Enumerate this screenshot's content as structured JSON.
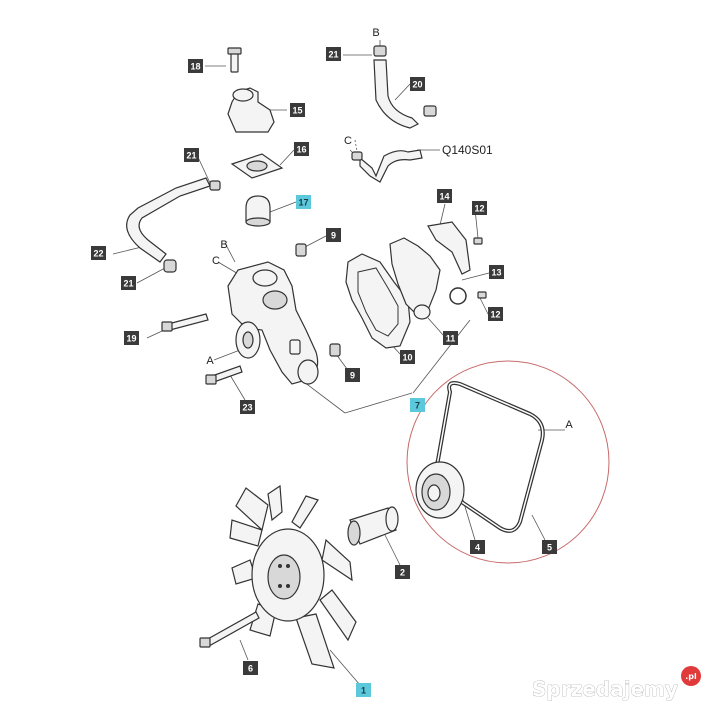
{
  "callouts": [
    {
      "id": "c18",
      "label": "18",
      "style": "dark"
    },
    {
      "id": "c15",
      "label": "15",
      "style": "dark"
    },
    {
      "id": "c16",
      "label": "16",
      "style": "dark"
    },
    {
      "id": "c17",
      "label": "17",
      "style": "cyan"
    },
    {
      "id": "c21a",
      "label": "21",
      "style": "dark"
    },
    {
      "id": "c21b",
      "label": "21",
      "style": "dark"
    },
    {
      "id": "c21c",
      "label": "21",
      "style": "dark"
    },
    {
      "id": "c22",
      "label": "22",
      "style": "dark"
    },
    {
      "id": "c20",
      "label": "20",
      "style": "dark"
    },
    {
      "id": "c14",
      "label": "14",
      "style": "dark"
    },
    {
      "id": "c12a",
      "label": "12",
      "style": "dark"
    },
    {
      "id": "c12b",
      "label": "12",
      "style": "dark"
    },
    {
      "id": "c13",
      "label": "13",
      "style": "dark"
    },
    {
      "id": "c9a",
      "label": "9",
      "style": "dark"
    },
    {
      "id": "c9b",
      "label": "9",
      "style": "dark"
    },
    {
      "id": "c10",
      "label": "10",
      "style": "dark"
    },
    {
      "id": "c11",
      "label": "11",
      "style": "dark"
    },
    {
      "id": "c19",
      "label": "19",
      "style": "dark"
    },
    {
      "id": "c23",
      "label": "23",
      "style": "dark"
    },
    {
      "id": "c7",
      "label": "7",
      "style": "cyan"
    },
    {
      "id": "c4",
      "label": "4",
      "style": "dark"
    },
    {
      "id": "c5",
      "label": "5",
      "style": "dark"
    },
    {
      "id": "c2",
      "label": "2",
      "style": "dark"
    },
    {
      "id": "c6",
      "label": "6",
      "style": "dark"
    },
    {
      "id": "c1",
      "label": "1",
      "style": "cyan"
    }
  ],
  "letters": {
    "b_top": "B",
    "c_hose": "C",
    "b_pump": "B",
    "c_pump": "C",
    "a_pump": "A",
    "a_belt": "A"
  },
  "reference_code": "Q140S01",
  "watermark": {
    "text": "Sprzedajemy",
    "suffix": ".pl"
  },
  "colors": {
    "callout_dark": "#3a3a3a",
    "callout_cyan": "#5bc8dc",
    "callout_text": "#ffffff",
    "detail_circle": "#c86a6a",
    "watermark_badge": "#e03a3a"
  }
}
